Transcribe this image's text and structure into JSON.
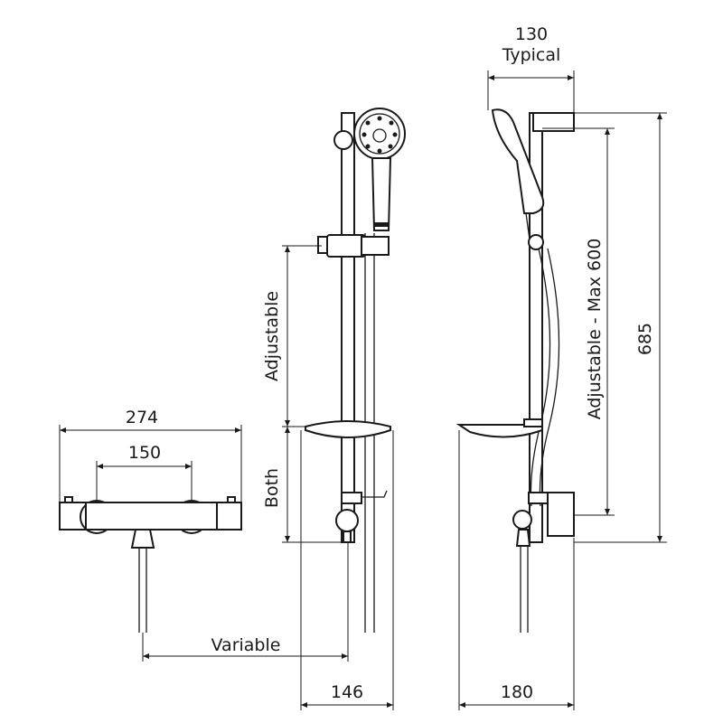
{
  "dimensions": {
    "valve_width": "274",
    "valve_centres": "150",
    "variable": "Variable",
    "adjustable": "Adjustable",
    "both": "Both",
    "front_depth": "146",
    "side_depth": "180",
    "head_projection": "130",
    "head_projection_note": "Typical",
    "adjustable_max": "Adjustable - Max 600",
    "overall_height": "685"
  },
  "colors": {
    "line": "#1a1a1a",
    "background": "#ffffff"
  }
}
